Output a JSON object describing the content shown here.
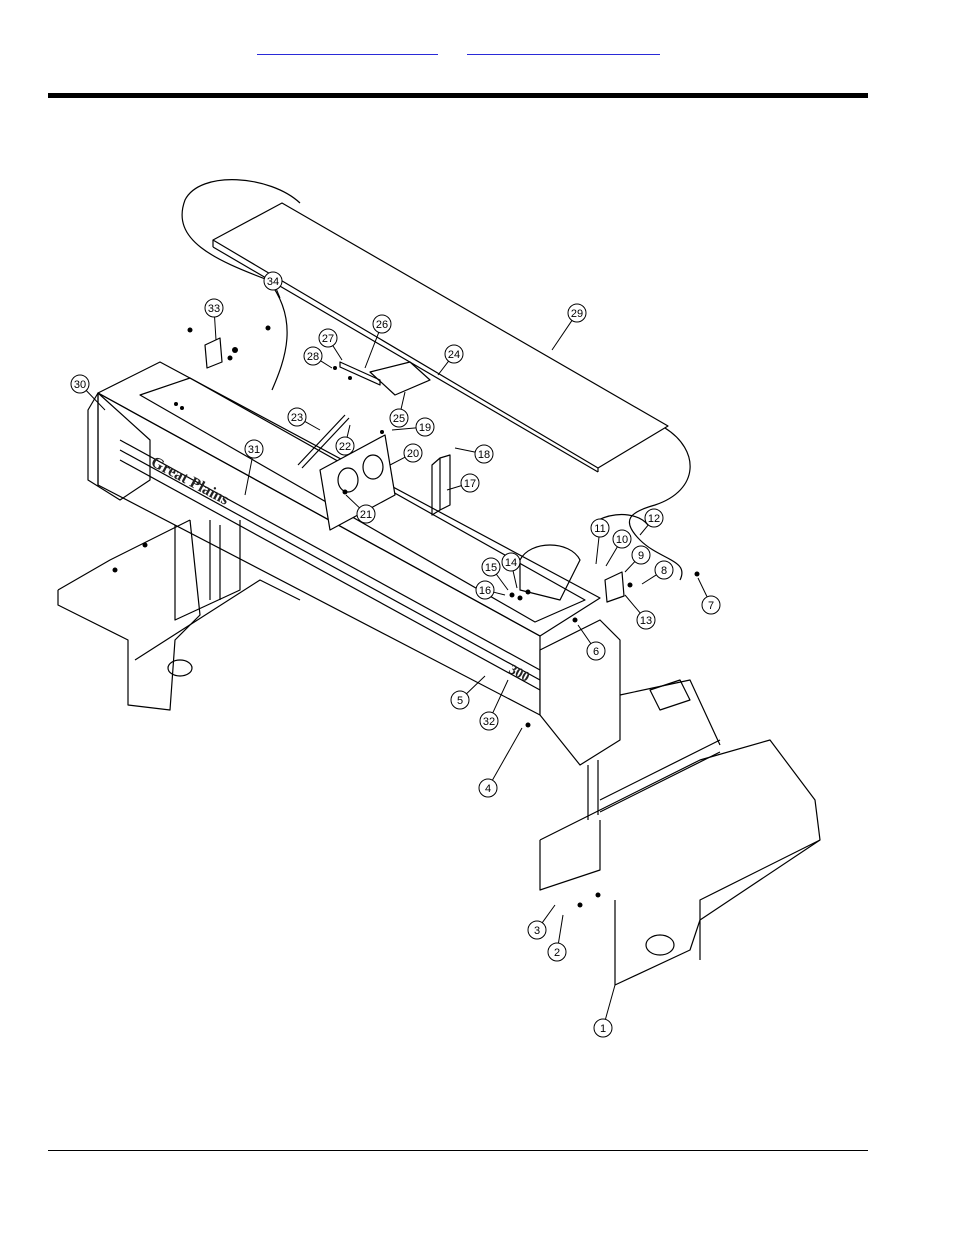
{
  "nav": {
    "links": [
      "",
      ""
    ]
  },
  "figure": {
    "brand_text": "Great Plains",
    "model_text": "300",
    "callouts": [
      "1",
      "2",
      "3",
      "4",
      "5",
      "6",
      "7",
      "8",
      "9",
      "10",
      "11",
      "12",
      "13",
      "14",
      "15",
      "16",
      "17",
      "18",
      "19",
      "20",
      "21",
      "22",
      "23",
      "24",
      "25",
      "26",
      "27",
      "28",
      "29",
      "30",
      "31",
      "32",
      "33",
      "34"
    ]
  }
}
